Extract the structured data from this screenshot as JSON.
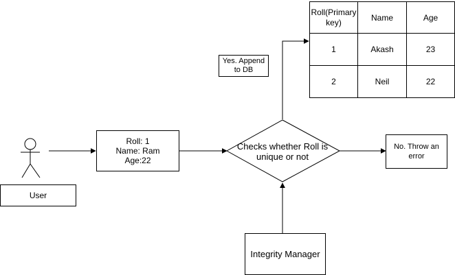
{
  "actor": {
    "label": "User"
  },
  "input_record": {
    "lines": [
      "Roll: 1",
      "Name: Ram",
      "Age:22"
    ]
  },
  "decision": {
    "text": "Checks whether Roll is unique or not"
  },
  "yes_label": {
    "lines": [
      "Yes. Append",
      "to DB"
    ]
  },
  "no_box": {
    "lines": [
      "No. Throw an",
      "error"
    ]
  },
  "manager": {
    "label": "Integrity Manager"
  },
  "table": {
    "headers": [
      "Roll(Primary key)",
      "Name",
      "Age"
    ],
    "rows": [
      [
        "1",
        "Akash",
        "23"
      ],
      [
        "2",
        "Neil",
        "22"
      ]
    ]
  }
}
